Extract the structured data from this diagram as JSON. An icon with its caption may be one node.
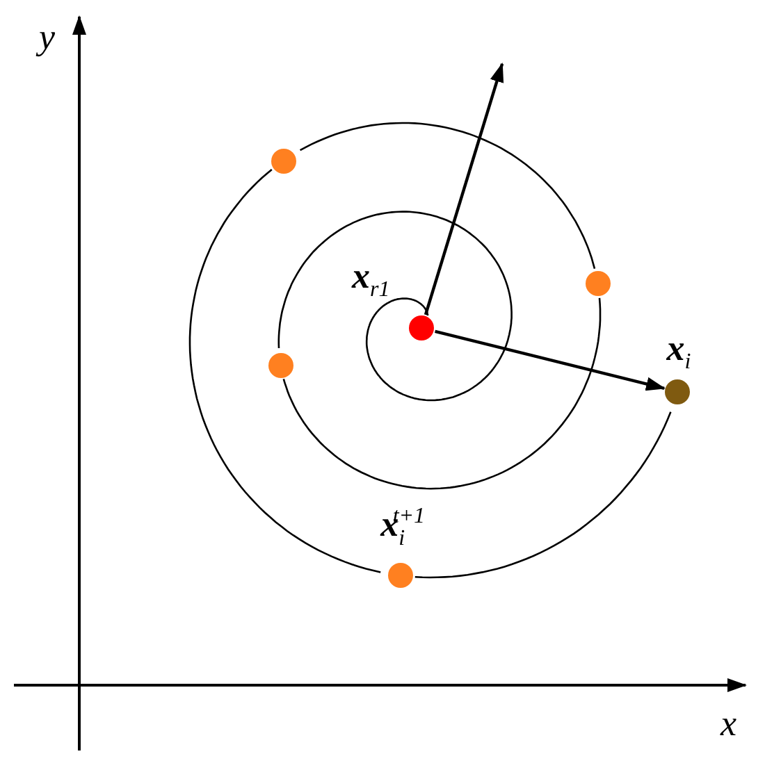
{
  "diagram": {
    "nodes": [
      {
        "text": [],
        "shape": "circle"
      },
      {
        "text": [],
        "shape": "circle"
      },
      {
        "text": [
          "x$_{r1}$"
        ]
      },
      {
        "text": [],
        "shape": "circle"
      },
      {
        "text": [
          "x$_{i}$"
        ]
      },
      {
        "text": [
          "x$_{i}$$^{t+1}$"
        ]
      }
    ],
    "edges": [
      {
        "from": 2,
        "to": null,
        "arrow": "to"
      },
      {
        "from": 2,
        "to": 4,
        "arrow": "to"
      },
      {
        "from": 2,
        "to": 3,
        "arrow": "none"
      },
      {
        "from": 3,
        "to": 1,
        "arrow": "none"
      },
      {
        "from": 1,
        "to": 0,
        "arrow": "none"
      },
      {
        "from": 0,
        "to": 5,
        "arrow": "none"
      },
      {
        "from": 5,
        "to": 4,
        "arrow": "none"
      }
    ],
    "labels": [
      "y",
      "x"
    ]
  }
}
